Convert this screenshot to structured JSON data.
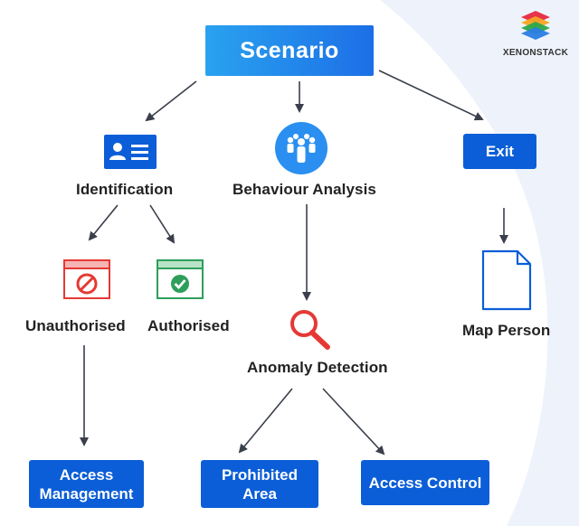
{
  "brand": {
    "name": "XENONSTACK"
  },
  "root": {
    "label": "Scenario"
  },
  "branches": {
    "identification": {
      "label": "Identification",
      "icon": "id-card-icon"
    },
    "behaviour": {
      "label": "Behaviour Analysis",
      "icon": "people-group-icon"
    },
    "exit": {
      "label": "Exit"
    }
  },
  "identification_children": {
    "unauthorised": {
      "label": "Unauthorised",
      "icon": "blocked-window-icon"
    },
    "authorised": {
      "label": "Authorised",
      "icon": "approved-window-icon"
    }
  },
  "anomaly": {
    "label": "Anomaly Detection",
    "icon": "magnifier-icon"
  },
  "map_person": {
    "label": "Map Person",
    "icon": "document-icon"
  },
  "leaves": {
    "access_management": {
      "line1": "Access",
      "line2": "Management"
    },
    "prohibited_area": {
      "line1": "Prohibited",
      "line2": "Area"
    },
    "access_control": {
      "label": "Access Control"
    }
  },
  "colors": {
    "primary_blue": "#0b5ed7",
    "gradient_start": "#2aa2f0",
    "gradient_end": "#1c6fe6",
    "arrow": "#3a3f4b",
    "deny_red": "#e53935",
    "approve_green": "#2e9e5b",
    "background_curve": "#eef3fb"
  }
}
